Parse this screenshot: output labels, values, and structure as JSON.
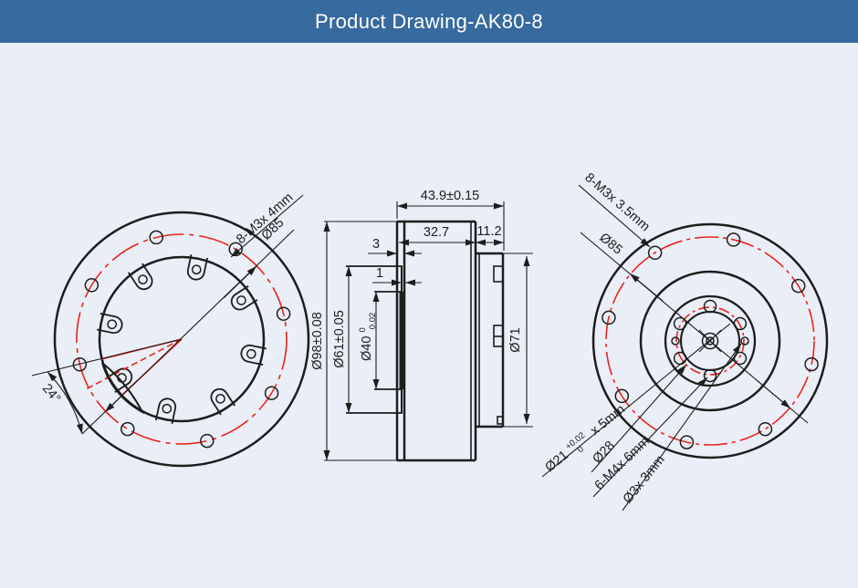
{
  "header": {
    "title": "Product Drawing-AK80-8"
  },
  "colors": {
    "header_bg": "#376a9e",
    "header_text": "#ffffff",
    "canvas_bg": "#eaeef6",
    "line": "#1d1d1d",
    "centerline_red": "#ea241c"
  },
  "front_view": {
    "thread_label": "8-M3x 4mm",
    "bolt_circle_label": "Ø85",
    "angle_label": "24°"
  },
  "side_view": {
    "overall_length": "43.9±0.15",
    "body_length": "32.7",
    "rear_length": "11.2",
    "flange_thickness": "3",
    "step_width": "1",
    "outer_diameter": "Ø98±0.08",
    "pilot_diameter": "Ø61±0.05",
    "bore_diameter": "Ø40",
    "bore_tol_upper": "0",
    "bore_tol_lower": "0.02",
    "rear_diameter": "Ø71"
  },
  "back_view": {
    "thread_label": "8-M3x 3.5mm",
    "bolt_circle_label": "Ø85",
    "shaft_diameter": "Ø21",
    "shaft_tol_upper": "+0.02",
    "shaft_tol_lower": "0",
    "shaft_suffix": " x 5mm",
    "hub_circle_label": "Ø28",
    "hub_thread_label": "6-M4x 6mm",
    "pin_hole_label": "Ø3x 3mm"
  }
}
